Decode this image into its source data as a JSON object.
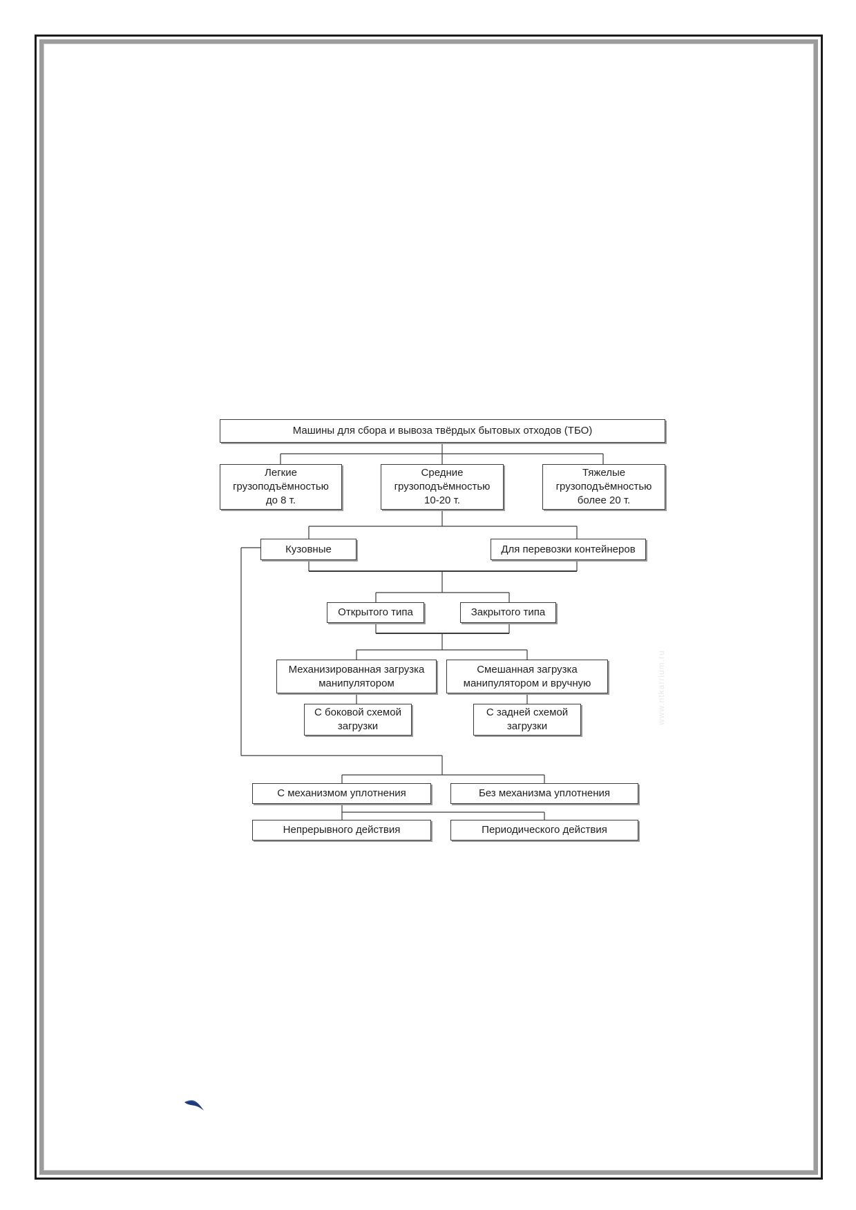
{
  "diagram": {
    "root": "Машины для сбора и вывоза твёрдых бытовых отходов (ТБО)",
    "capacity": {
      "light": "Легкие\nгрузоподъёмностью\nдо 8 т.",
      "medium": "Средние\nгрузоподъёмностью\n10-20 т.",
      "heavy": "Тяжелые\nгрузоподъёмностью\nболее 20 т."
    },
    "body_type": {
      "body": "Кузовные",
      "containers": "Для перевозки контейнеров"
    },
    "enclosure": {
      "open": "Открытого типа",
      "closed": "Закрытого типа"
    },
    "loading": {
      "mechanized": "Механизированная загрузка\nманипулятором",
      "mixed": "Смешанная загрузка\nманипулятором и вручную"
    },
    "scheme": {
      "side": "С боковой схемой\nзагрузки",
      "rear": "С задней схемой\nзагрузки"
    },
    "compaction": {
      "with": "С механизмом уплотнения",
      "without": "Без механизма уплотнения"
    },
    "action": {
      "continuous": "Непрерывного действия",
      "periodic": "Периодического действия"
    },
    "watermark": "www.ntkarrium.ru",
    "line_color": "#3a3a3a"
  }
}
